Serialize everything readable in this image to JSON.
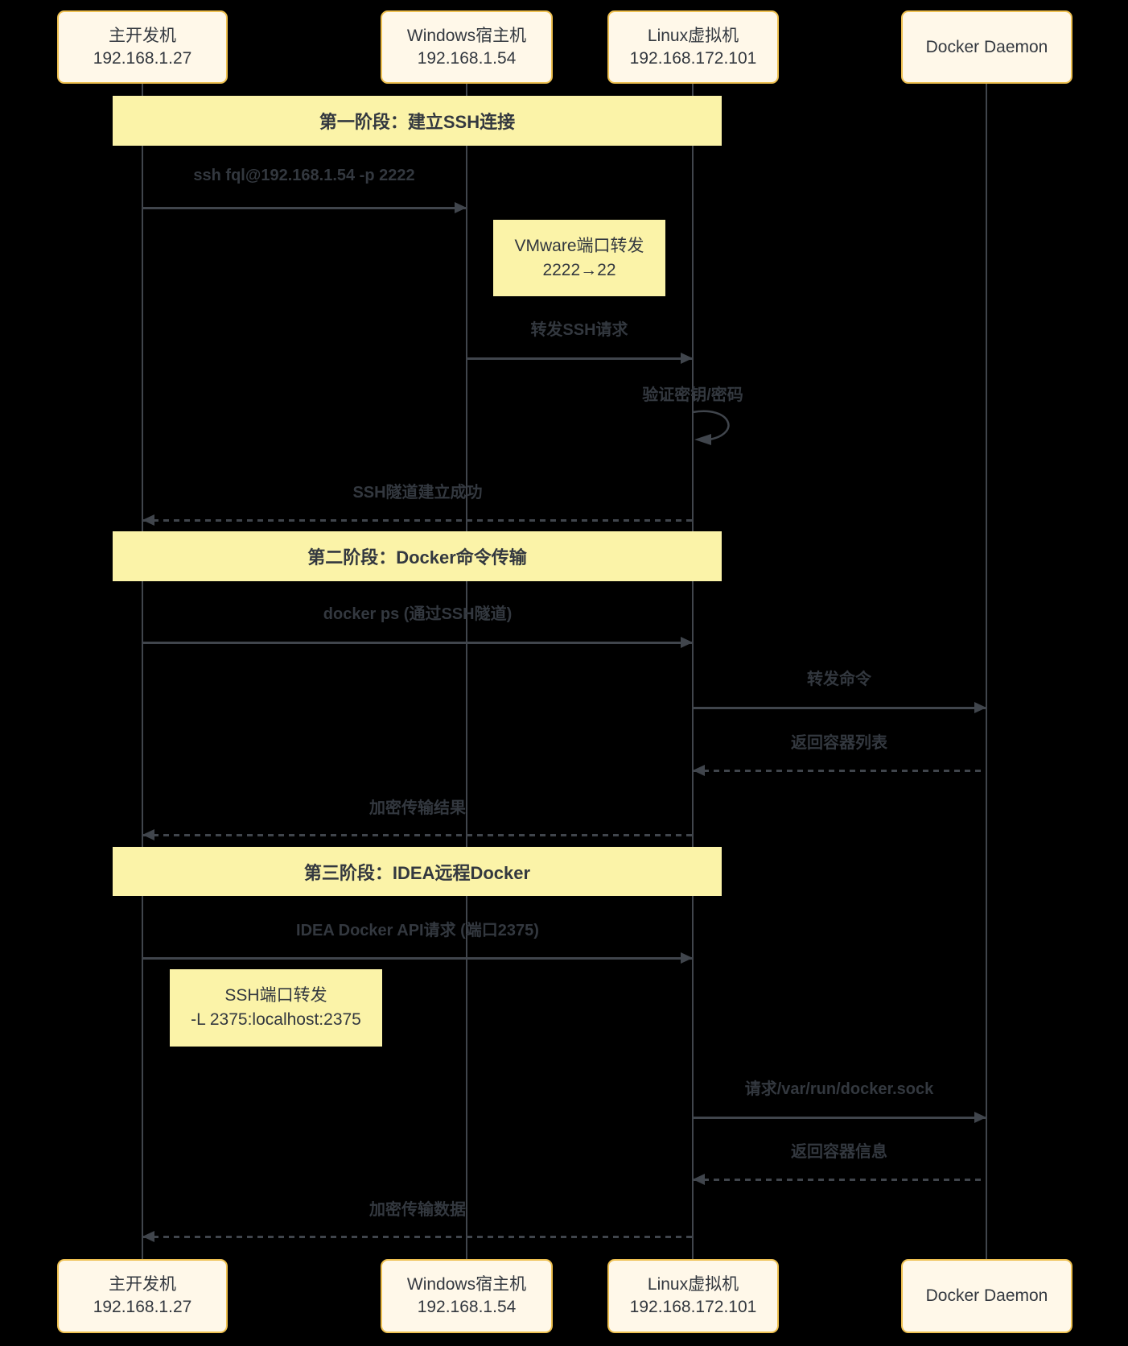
{
  "diagram": {
    "type": "sequence-diagram",
    "participants": [
      {
        "name": "主开发机",
        "address": "192.168.1.27"
      },
      {
        "name": "Windows宿主机",
        "address": "192.168.1.54"
      },
      {
        "name": "Linux虚拟机",
        "address": "192.168.172.101"
      },
      {
        "name": "Docker Daemon",
        "address": ""
      }
    ],
    "phases": [
      {
        "label": "第一阶段：建立SSH连接"
      },
      {
        "label": "第二阶段：Docker命令传输"
      },
      {
        "label": "第三阶段：IDEA远程Docker"
      }
    ],
    "notes": [
      {
        "line1": "VMware端口转发",
        "line2": "2222→22"
      },
      {
        "line1": "SSH端口转发",
        "line2": "-L 2375:localhost:2375"
      }
    ],
    "messages": [
      {
        "label": "ssh fql@192.168.1.54 -p 2222",
        "from": "主开发机",
        "to": "Windows宿主机",
        "style": "solid"
      },
      {
        "label": "转发SSH请求",
        "from": "Windows宿主机",
        "to": "Linux虚拟机",
        "style": "solid"
      },
      {
        "label": "验证密钥/密码",
        "from": "Linux虚拟机",
        "to": "Linux虚拟机",
        "style": "self"
      },
      {
        "label": "SSH隧道建立成功",
        "from": "Linux虚拟机",
        "to": "主开发机",
        "style": "dashed"
      },
      {
        "label": "docker ps (通过SSH隧道)",
        "from": "主开发机",
        "to": "Linux虚拟机",
        "style": "solid"
      },
      {
        "label": "转发命令",
        "from": "Linux虚拟机",
        "to": "Docker Daemon",
        "style": "solid"
      },
      {
        "label": "返回容器列表",
        "from": "Docker Daemon",
        "to": "Linux虚拟机",
        "style": "dashed"
      },
      {
        "label": "加密传输结果",
        "from": "Linux虚拟机",
        "to": "主开发机",
        "style": "dashed"
      },
      {
        "label": "IDEA Docker API请求 (端口2375)",
        "from": "主开发机",
        "to": "Linux虚拟机",
        "style": "solid"
      },
      {
        "label": "请求/var/run/docker.sock",
        "from": "Linux虚拟机",
        "to": "Docker Daemon",
        "style": "solid"
      },
      {
        "label": "返回容器信息",
        "from": "Docker Daemon",
        "to": "Linux虚拟机",
        "style": "dashed"
      },
      {
        "label": "加密传输数据",
        "from": "Linux虚拟机",
        "to": "主开发机",
        "style": "dashed"
      }
    ],
    "colors": {
      "background": "#000000",
      "actor_fill": "#FFF8E9",
      "actor_border": "#EEC050",
      "phase_fill": "#FBF3A8",
      "note_fill": "#FBF3A8",
      "line": "#40454C",
      "text": "#33383F"
    }
  }
}
